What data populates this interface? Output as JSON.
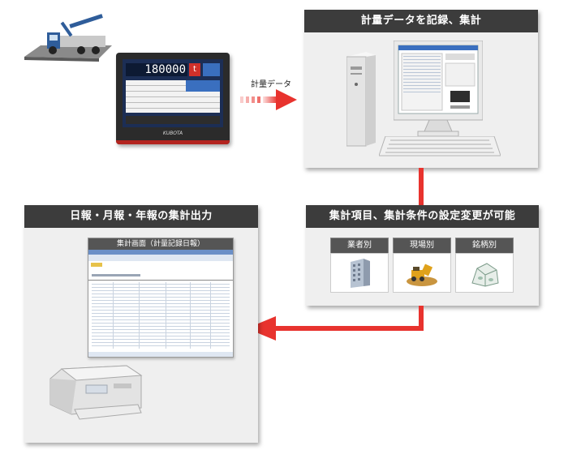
{
  "flow_label": "計量データ",
  "panel_record": {
    "title": "計量データを記録、集計"
  },
  "panel_settings": {
    "title": "集計項目、集計条件の設定変更が可能",
    "items": [
      {
        "label": "業者別",
        "icon": "office-building-icon"
      },
      {
        "label": "現場別",
        "icon": "construction-site-icon"
      },
      {
        "label": "銘柄別",
        "icon": "material-brand-icon"
      }
    ]
  },
  "panel_report": {
    "title": "日報・月報・年報の集計出力",
    "screen_caption": "集計画面（計量記録日報）"
  },
  "scale_display": {
    "value": "180000",
    "unit": "t",
    "brand": "KUBOTA"
  },
  "colors": {
    "panel_header": "#3c3c3c",
    "arrow": "#e8332e",
    "panel_bg": "#efefef"
  }
}
